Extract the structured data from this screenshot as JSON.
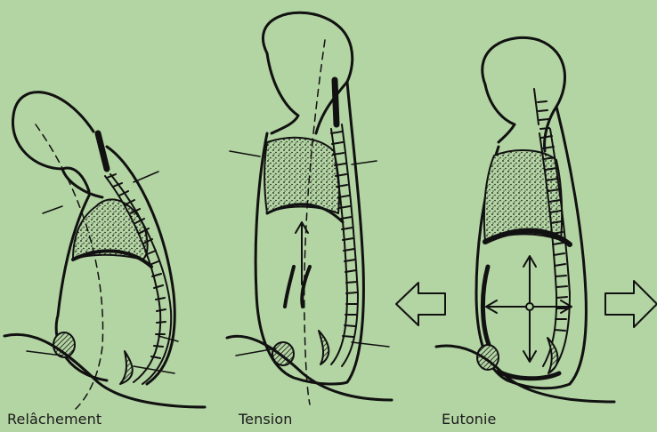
{
  "captions": {
    "relaxation": "Relâchement",
    "tension": "Tension",
    "eutonie": "Eutonie"
  },
  "colors": {
    "background": "#b3d4a3",
    "ink": "#111111"
  }
}
